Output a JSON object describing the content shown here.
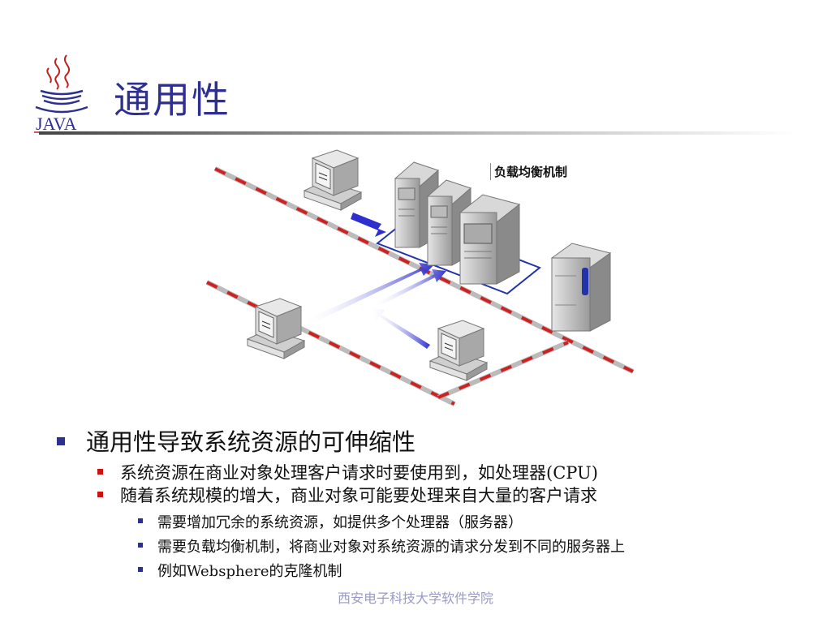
{
  "slide": {
    "title": "通用性",
    "logo_text": "JAVA"
  },
  "diagram": {
    "label": "负载均衡机制",
    "icons": [
      "client-computer-icon",
      "server-tower-icon",
      "load-balancer-icon"
    ],
    "colors": {
      "network_line": "#cc2222",
      "arrow": "#2f2fcf",
      "group_box": "#2233aa"
    }
  },
  "bullets": [
    {
      "text": "通用性导致系统资源的可伸缩性",
      "children": [
        {
          "text": "系统资源在商业对象处理客户请求时要使用到，如处理器(CPU)"
        },
        {
          "text": "随着系统规模的增大，商业对象可能要处理来自大量的客户请求",
          "children": [
            {
              "text": "需要增加冗余的系统资源，如提供多个处理器（服务器）"
            },
            {
              "text": "需要负载均衡机制，将商业对象对系统资源的请求分发到不同的服务器上"
            },
            {
              "text": "例如Websphere的克隆机制"
            }
          ]
        }
      ]
    }
  ],
  "footer": "西安电子科技大学软件学院",
  "colors": {
    "title": "#2f2f8f",
    "bullet_l1": "#2f2f8f",
    "bullet_l2": "#cc1111",
    "footer": "#9a9ac8"
  }
}
